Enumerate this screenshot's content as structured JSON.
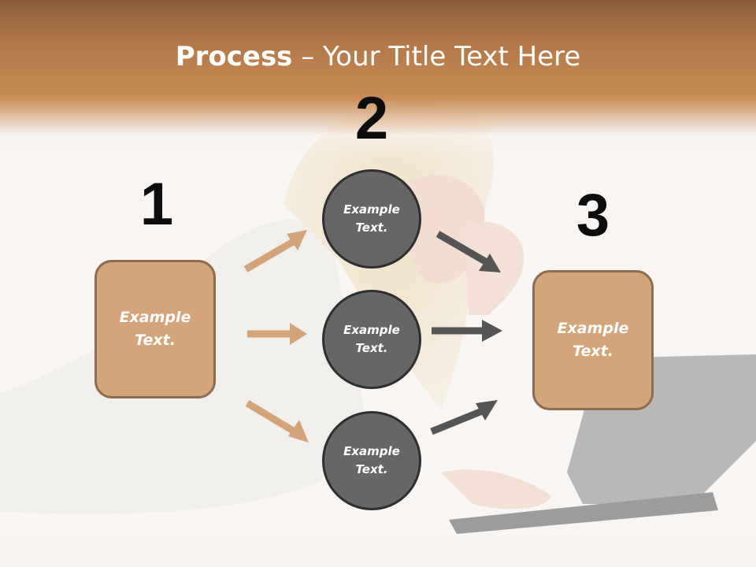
{
  "title": {
    "bold": "Process",
    "rest": " – Your Title Text Here"
  },
  "colors": {
    "header_brown": "#c98c58",
    "box_fill": "#d4a57a",
    "box_border": "#8c6c4e",
    "circle_fill": "#666666",
    "circle_border": "#2f2f2f",
    "arrow_tan": "#d3a37a",
    "arrow_gray": "#555555"
  },
  "steps": [
    {
      "number": "1",
      "text": "Example\nText."
    },
    {
      "number": "2",
      "items": [
        {
          "text": "Example\nText."
        },
        {
          "text": "Example\nText."
        },
        {
          "text": "Example\nText."
        }
      ]
    },
    {
      "number": "3",
      "text": "Example\nText."
    }
  ]
}
